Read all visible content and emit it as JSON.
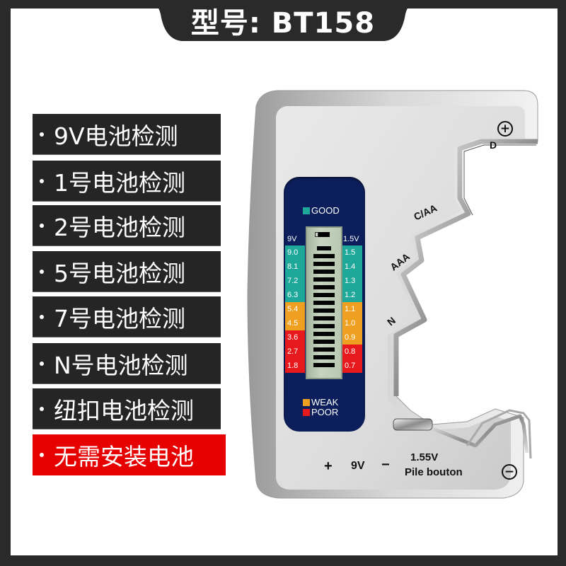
{
  "title": {
    "label": "型号: BT158"
  },
  "features": [
    {
      "label": "9V电池检测",
      "highlight": false
    },
    {
      "label": "1号电池检测",
      "highlight": false
    },
    {
      "label": "2号电池检测",
      "highlight": false
    },
    {
      "label": "5号电池检测",
      "highlight": false
    },
    {
      "label": "7号电池检测",
      "highlight": false
    },
    {
      "label": "N号电池检测",
      "highlight": false
    },
    {
      "label": "纽扣电池检测",
      "highlight": false
    },
    {
      "label": "无需安装电池",
      "highlight": true
    }
  ],
  "tester": {
    "lcd": {
      "legend_good": "GOOD",
      "legend_weak": "WEAK",
      "legend_poor": "POOR",
      "left_header": "9V",
      "right_header": "1.5V",
      "left_scale": [
        "9.0",
        "8.1",
        "7.2",
        "6.3",
        "5.4",
        "4.5",
        "3.6",
        "2.7",
        "1.8"
      ],
      "right_scale": [
        "1.5",
        "1.4",
        "1.3",
        "1.2",
        "1.1",
        "1.0",
        "0.9",
        "0.8",
        "0.7"
      ],
      "left_colors": [
        "#1ea899",
        "#1ea899",
        "#1ea899",
        "#1ea899",
        "#f0a020",
        "#f0a020",
        "#e8191c",
        "#e8191c",
        "#e8191c"
      ],
      "right_colors": [
        "#1ea899",
        "#1ea899",
        "#1ea899",
        "#1ea899",
        "#f0a020",
        "#f0a020",
        "#f0a020",
        "#e8191c",
        "#e8191c"
      ],
      "segments": 16
    },
    "slot_labels": {
      "d": "D",
      "c_aa": "C/AA",
      "aaa": "AAA",
      "n": "N"
    },
    "bottom_labels": {
      "plus": "+",
      "nine_v": "9V",
      "minus": "−",
      "button_voltage": "1.55V",
      "button_label": "Pile bouton"
    },
    "polarity": {
      "positive": "+",
      "negative": "−"
    }
  },
  "colors": {
    "frame": "#2a2a2a",
    "list_bg": "#252525",
    "highlight": "#e60000",
    "lcd_panel": "#0c1f5c",
    "good": "#1ea899",
    "weak": "#f0a020",
    "poor": "#e8191c"
  }
}
